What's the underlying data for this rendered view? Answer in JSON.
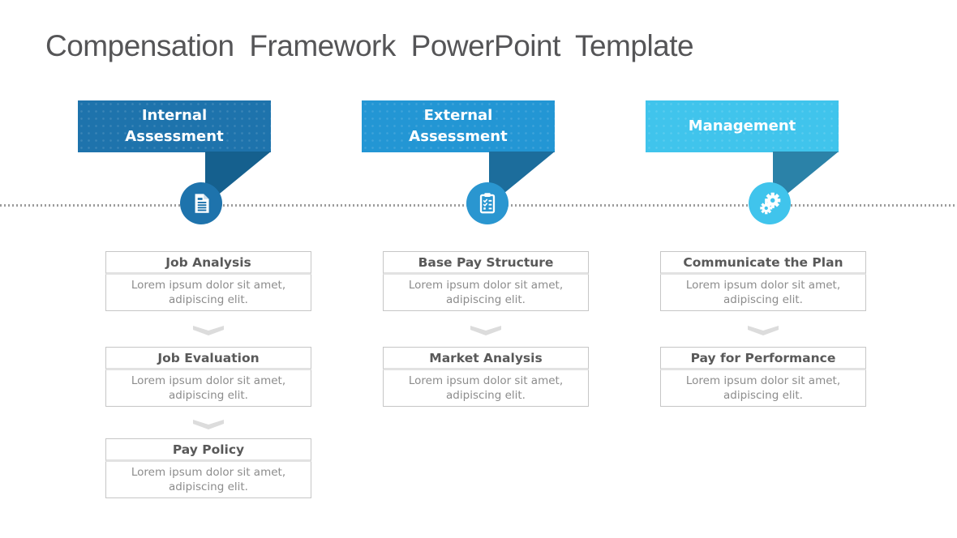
{
  "title": "Compensation Framework PowerPoint Template",
  "palette": {
    "title_text": "#555557",
    "step_title_text": "#595959",
    "step_body_text": "#8c8c8c",
    "box_border": "#c6c6c6",
    "chevron": "#dcdcdc",
    "timeline_dots": "#9d9d9d"
  },
  "columns": [
    {
      "name": "internal-assessment",
      "banner_label": "Internal Assessment",
      "icon": "document-icon",
      "colors": {
        "banner": "#1E73AC",
        "tail": "#15608E",
        "badge": "#1E73AC"
      },
      "steps": [
        {
          "title": "Job Analysis",
          "body": "Lorem ipsum dolor sit amet, adipiscing elit."
        },
        {
          "title": "Job Evaluation",
          "body": "Lorem ipsum dolor sit amet, adipiscing elit."
        },
        {
          "title": "Pay Policy",
          "body": "Lorem ipsum dolor sit amet, adipiscing elit."
        }
      ]
    },
    {
      "name": "external-assessment",
      "banner_label": "External Assessment",
      "icon": "clipboard-checklist-icon",
      "colors": {
        "banner": "#2396D4",
        "tail": "#1C6D9C",
        "badge": "#2A96D0"
      },
      "steps": [
        {
          "title": "Base Pay Structure",
          "body": "Lorem ipsum dolor sit amet, adipiscing elit."
        },
        {
          "title": "Market Analysis",
          "body": "Lorem ipsum dolor sit amet, adipiscing elit."
        }
      ]
    },
    {
      "name": "management",
      "banner_label": "Management",
      "icon": "gears-icon",
      "colors": {
        "banner": "#40C4EC",
        "tail": "#2B82A8",
        "badge": "#40C4EC"
      },
      "steps": [
        {
          "title": "Communicate the Plan",
          "body": "Lorem ipsum dolor sit amet, adipiscing elit."
        },
        {
          "title": "Pay for Performance",
          "body": "Lorem ipsum dolor sit amet, adipiscing elit."
        }
      ]
    }
  ]
}
